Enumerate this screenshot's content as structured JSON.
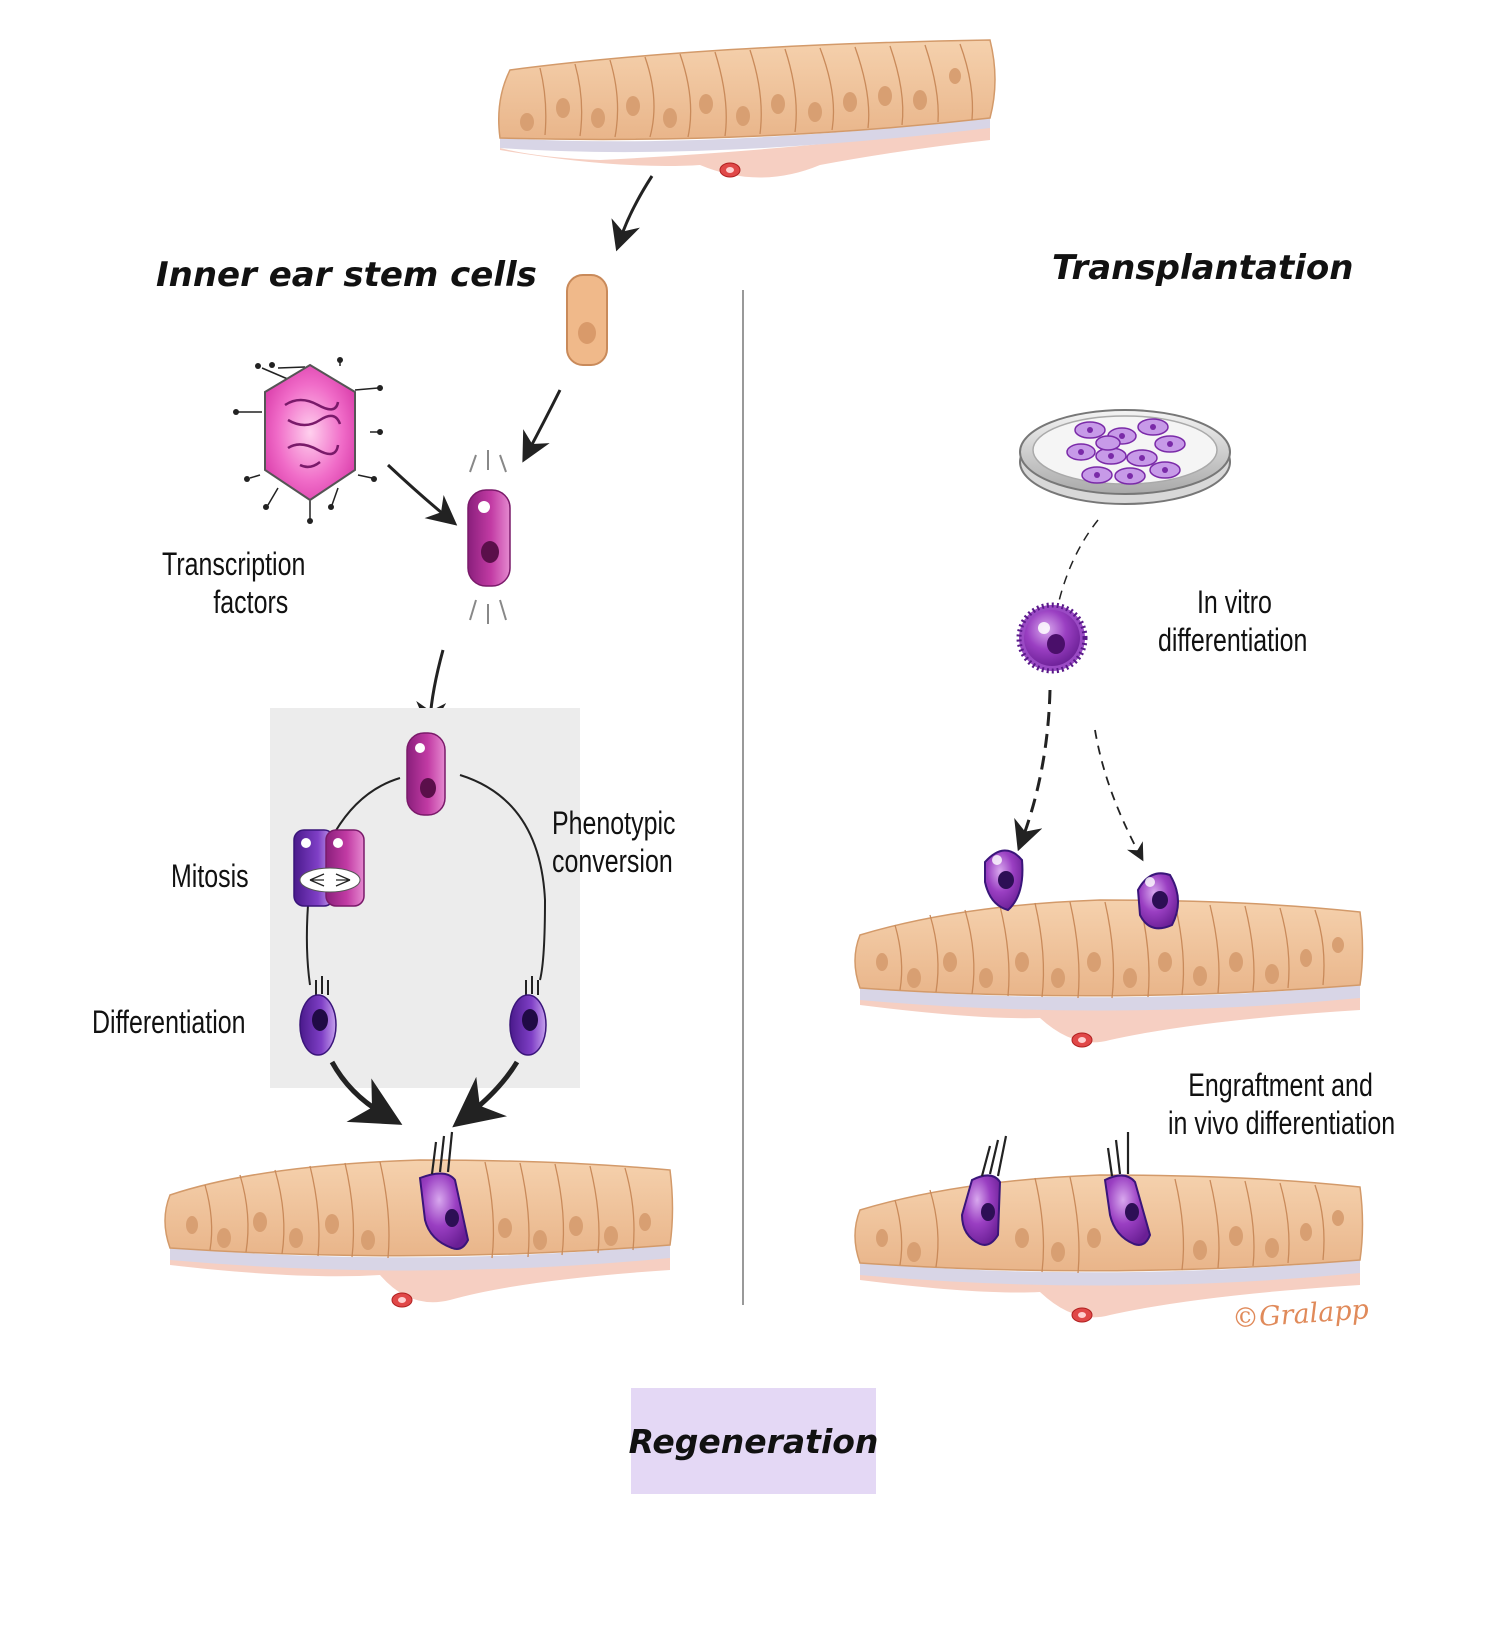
{
  "titles": {
    "left": "Inner ear stem cells",
    "right": "Transplantation"
  },
  "labels": {
    "transcription_factors": [
      "Transcription",
      "factors"
    ],
    "mitosis": "Mitosis",
    "differentiation": "Differentiation",
    "phenotypic_conversion": [
      "Phenotypic",
      "conversion"
    ],
    "in_vitro_differentiation": [
      "In vitro",
      "differentiation"
    ],
    "engraftment": [
      "Engraftment and",
      "in vivo differentiation"
    ]
  },
  "footer": {
    "regeneration": "Regeneration"
  },
  "signature": "©Gralapp",
  "colors": {
    "tissue": "#f0c49a",
    "tissue_stroke": "#c98a5a",
    "nucleus": "#dba578",
    "basement": "#d7d4e4",
    "vessel_layer": "#f7d3c6",
    "progenitor": "#f0b98a",
    "stem_cell_magenta": "#b4268f",
    "hair_cell_purple": "#6a2ab3",
    "panel_gray": "#ececec",
    "regeneration_box": "#e4d8f5"
  }
}
